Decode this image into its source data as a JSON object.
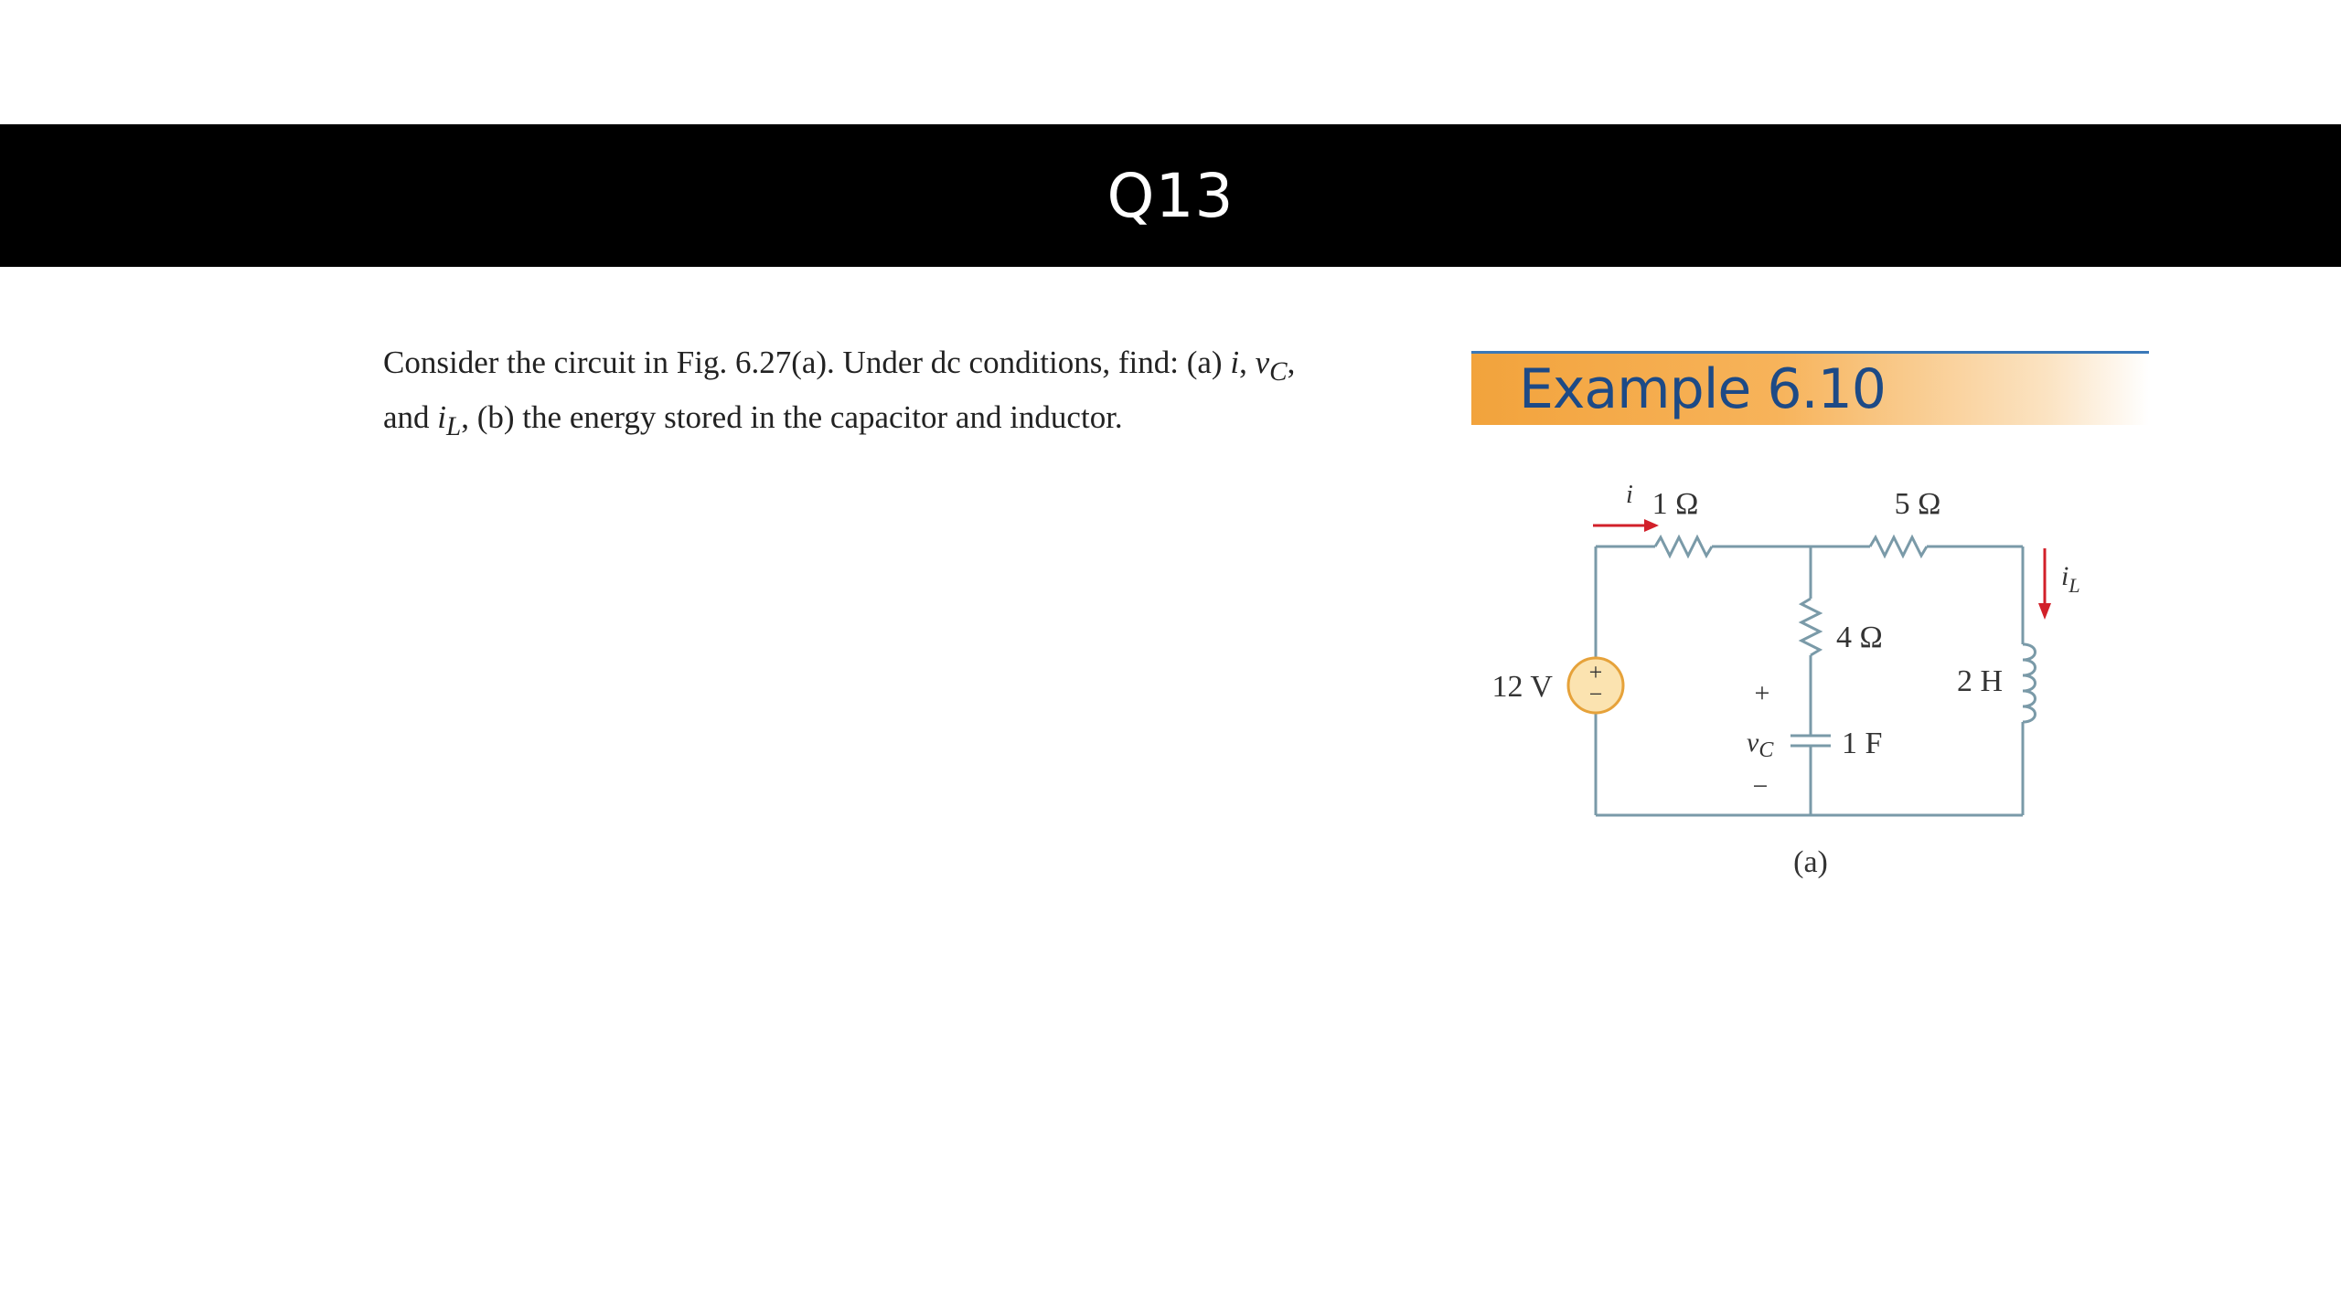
{
  "slide": {
    "title": "Q13"
  },
  "problem": {
    "line1_prefix": "Consider the circuit in Fig. 6.27(a). Under dc conditions, find: (a) ",
    "var_i": "i",
    "sep1": ", ",
    "var_vc": "v",
    "var_vc_sub": "C",
    "line1_end": ",",
    "line2_prefix": "and ",
    "var_il": "i",
    "var_il_sub": "L",
    "line2_rest": ", (b) the energy stored in the capacitor and inductor."
  },
  "example": {
    "label": "Example 6.10"
  },
  "circuit": {
    "r1_label": "1 Ω",
    "r2_label": "5 Ω",
    "r3_label": "4 Ω",
    "source_label": "12 V",
    "cap_label": "1 F",
    "ind_label": "2 H",
    "current_i": "i",
    "current_il": "i",
    "current_il_sub": "L",
    "vc_plus": "+",
    "vc_minus": "−",
    "vc": "v",
    "vc_sub": "C",
    "src_plus": "+",
    "src_minus": "−",
    "caption": "(a)"
  },
  "colors": {
    "wire": "#7a9aa8",
    "arrow": "#d2202a",
    "source_fill": "#fbe3b0",
    "source_stroke": "#e6a23a"
  }
}
